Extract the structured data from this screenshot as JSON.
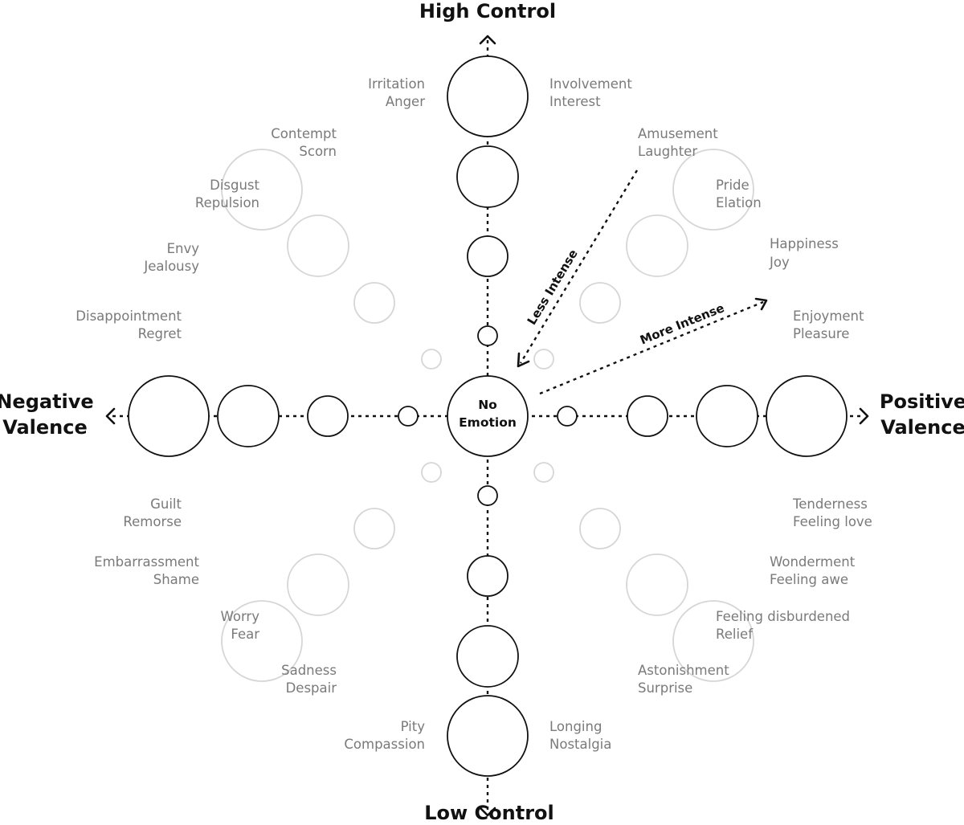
{
  "axes": {
    "top": "High Control",
    "bottom": "Low Control",
    "left": [
      "Negative",
      "Valence"
    ],
    "right": [
      "Positive",
      "Valence"
    ]
  },
  "center": [
    "No",
    "Emotion"
  ],
  "intensity": {
    "less": "Less Intense",
    "more": "More Intense"
  },
  "emotions": [
    {
      "pair": [
        "Irritation",
        "Anger"
      ],
      "side": "left"
    },
    {
      "pair": [
        "Contempt",
        "Scorn"
      ],
      "side": "left"
    },
    {
      "pair": [
        "Disgust",
        "Repulsion"
      ],
      "side": "left"
    },
    {
      "pair": [
        "Envy",
        "Jealousy"
      ],
      "side": "left"
    },
    {
      "pair": [
        "Disappointment",
        "Regret"
      ],
      "side": "left"
    },
    {
      "pair": [
        "Guilt",
        "Remorse"
      ],
      "side": "left"
    },
    {
      "pair": [
        "Embarrassment",
        "Shame"
      ],
      "side": "left"
    },
    {
      "pair": [
        "Worry",
        "Fear"
      ],
      "side": "left"
    },
    {
      "pair": [
        "Sadness",
        "Despair"
      ],
      "side": "left"
    },
    {
      "pair": [
        "Pity",
        "Compassion"
      ],
      "side": "left"
    },
    {
      "pair": [
        "Involvement",
        "Interest"
      ],
      "side": "right"
    },
    {
      "pair": [
        "Amusement",
        "Laughter"
      ],
      "side": "right"
    },
    {
      "pair": [
        "Pride",
        "Elation"
      ],
      "side": "right"
    },
    {
      "pair": [
        "Happiness",
        "Joy"
      ],
      "side": "right"
    },
    {
      "pair": [
        "Enjoyment",
        "Pleasure"
      ],
      "side": "right"
    },
    {
      "pair": [
        "Tenderness",
        "Feeling love"
      ],
      "side": "right"
    },
    {
      "pair": [
        "Wonderment",
        "Feeling awe"
      ],
      "side": "right"
    },
    {
      "pair": [
        "Feeling disburdened",
        "Relief"
      ],
      "side": "right"
    },
    {
      "pair": [
        "Astonishment",
        "Surprise"
      ],
      "side": "right"
    },
    {
      "pair": [
        "Longing",
        "Nostalgia"
      ],
      "side": "right"
    }
  ]
}
